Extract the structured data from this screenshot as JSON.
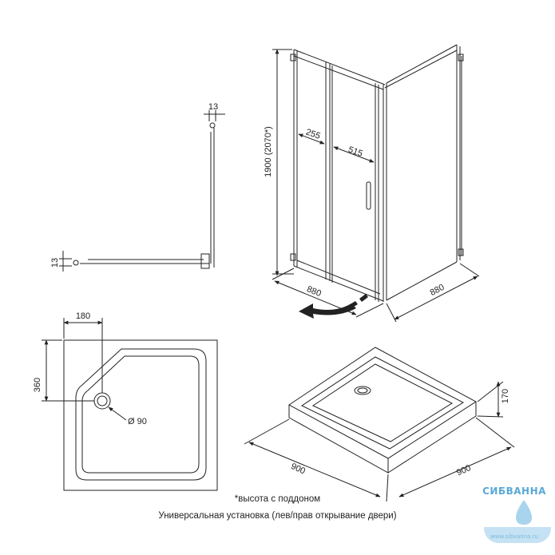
{
  "profile": {
    "dim_top": "13",
    "dim_left": "13"
  },
  "enclosure": {
    "height": "1900 (2070*)",
    "door_left": "255",
    "door_right": "515",
    "side_a": "880",
    "side_b": "880"
  },
  "tray_plan": {
    "offset_x": "180",
    "offset_y": "360",
    "drain": "Ø 90"
  },
  "tray_iso": {
    "height": "170",
    "side_a": "900",
    "side_b": "900"
  },
  "captions": {
    "note": "*высота с поддоном",
    "installation": "Универсальная установка (лев/прав открывание двери)"
  },
  "brand": {
    "name": "СИБВАННА",
    "url": "www.sibvanna.ru",
    "color": "#5aa9d6"
  }
}
